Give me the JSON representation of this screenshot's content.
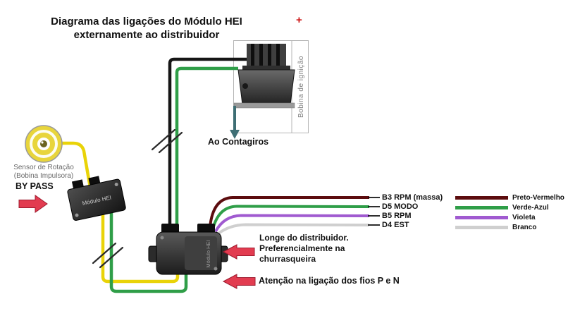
{
  "title": {
    "line1": "Diagrama das ligações do Módulo HEI",
    "line2": "externamente ao distribuidor"
  },
  "coil": {
    "plus_terminal": "+",
    "label": "Bobina de ignição",
    "tachometer_note": "Ao Contagiros"
  },
  "sensor": {
    "label_line1": "Sensor de Rotação",
    "label_line2": "(Bobina Impulsora)"
  },
  "bypass_label": "BY PASS",
  "module_small": {
    "label": "Módulo HEI"
  },
  "module_main": {
    "label": "Módulo HEI"
  },
  "connections": [
    {
      "pin": "B3 RPM (massa)",
      "wire_name": "Preto-Vermelho",
      "color": "#5c0c0e"
    },
    {
      "pin": "D5 MODO",
      "wire_name": "Verde-Azul",
      "color": "#2f9e48"
    },
    {
      "pin": "B5 RPM",
      "wire_name": "Violeta",
      "color": "#a05ad0"
    },
    {
      "pin": "D4 EST",
      "wire_name": "Branco",
      "color": "#cfcfcf"
    }
  ],
  "notes": {
    "placement": "Longe do distribuidor.\nPreferencialmente na\nchurrasqueira",
    "warning": "Atenção na ligação dos fios P e N"
  },
  "wire_colors": {
    "yellow": "#e9d308",
    "green": "#2f9e48",
    "black": "#151515",
    "black_red": "#5c0c0e",
    "violet": "#a05ad0",
    "white": "#cfcfcf",
    "arrow_red": "#e23c50"
  }
}
